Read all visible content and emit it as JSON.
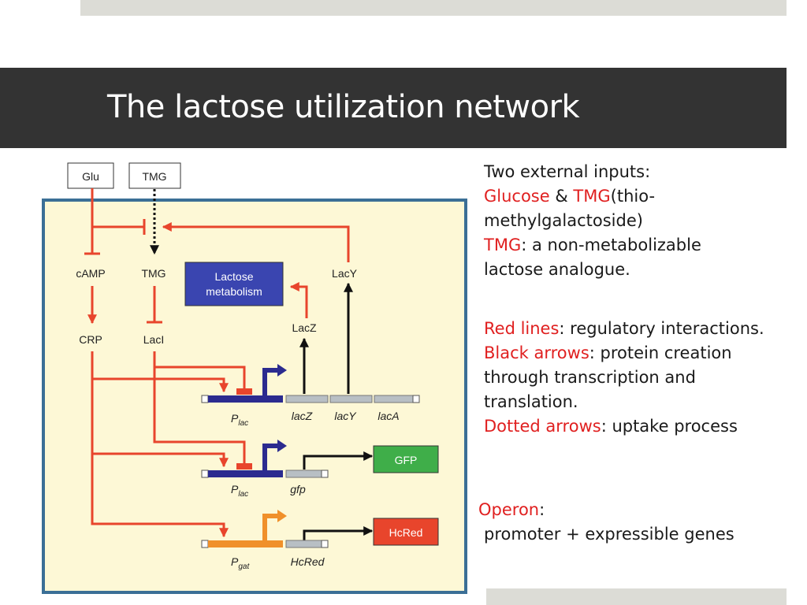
{
  "slide": {
    "title": "The lactose utilization network"
  },
  "notes": {
    "inputs_heading": "Two external inputs:",
    "glucose": "Glucose",
    "amp": " & ",
    "tmg": "TMG",
    "tmg_expansion_a": "(thio-",
    "tmg_expansion_b": "methylgalactoside)",
    "tmg_label": "TMG",
    "tmg_desc_a": ": a non-metabolizable",
    "tmg_desc_b": "lactose analogue.",
    "red_lines": "Red lines",
    "red_lines_desc": ": regulatory interactions.",
    "black_arrows": "Black arrows",
    "black_arrows_desc_a": ": protein creation",
    "black_arrows_desc_b": "through transcription and",
    "black_arrows_desc_c": "translation.",
    "dotted_arrows": "Dotted arrows",
    "dotted_arrows_desc": ": uptake process",
    "operon": "Operon",
    "operon_colon": ":",
    "operon_desc": "promoter + expressible genes"
  },
  "diagram": {
    "inputs": {
      "glu": "Glu",
      "tmg": "TMG"
    },
    "nodes": {
      "camp": "cAMP",
      "tmg_internal": "TMG",
      "crp": "CRP",
      "laci": "LacI",
      "lacz_protein": "LacZ",
      "lacy_protein": "LacY",
      "lactose_metabolism_a": "Lactose",
      "lactose_metabolism_b": "metabolism"
    },
    "operon1": {
      "promoter": "P",
      "promoter_sub": "lac",
      "genes": [
        "lacZ",
        "lacY",
        "lacA"
      ]
    },
    "operon2": {
      "promoter": "P",
      "promoter_sub": "lac",
      "gene": "gfp",
      "product": "GFP"
    },
    "operon3": {
      "promoter": "P",
      "promoter_sub": "gat",
      "gene": "HcRed",
      "product": "HcRed"
    },
    "colors": {
      "regulatory": "#e8452c",
      "panel_bg": "#fdf8d6",
      "panel_border": "#3b6f96",
      "plac": "#2b2b8f",
      "pgat": "#f0902a",
      "gene": "#b8bfc4",
      "gfp": "#3fae49",
      "hcred": "#e8452c",
      "lactose_box": "#3a45b0"
    }
  }
}
